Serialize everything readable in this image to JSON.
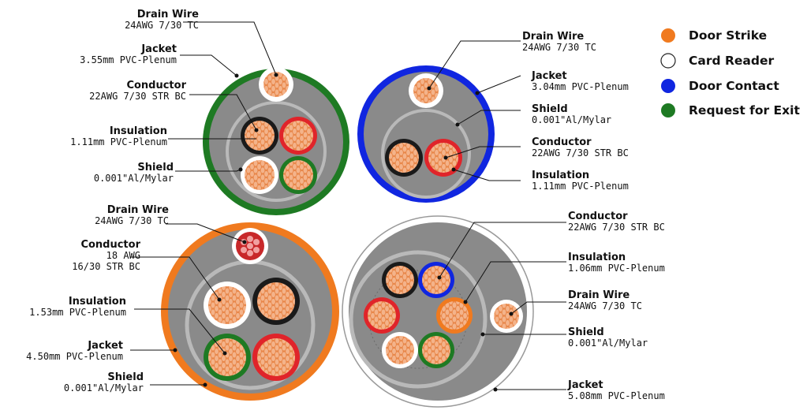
{
  "colors": {
    "door_strike": "#f07a1f",
    "card_reader": "#ffffff",
    "door_contact": "#1026e0",
    "request_for_exit": "#1e7a23",
    "jacket_gray": "#8a8a8a",
    "shield_gray": "#b9b9b9",
    "copper": "#e8874a",
    "red": "#e0242a",
    "black": "#1a1a1a",
    "drain_red": "#c8282a"
  },
  "legend": [
    {
      "label": "Door Strike",
      "color": "#f07a1f"
    },
    {
      "label": "Card Reader",
      "color": "#ffffff"
    },
    {
      "label": "Door Contact",
      "color": "#1026e0"
    },
    {
      "label": "Request for Exit",
      "color": "#1e7a23"
    }
  ],
  "cable_rex": {
    "drain_wire": {
      "title": "Drain Wire",
      "spec": "24AWG 7/30 TC"
    },
    "jacket": {
      "title": "Jacket",
      "spec": "3.55mm PVC-Plenum"
    },
    "conductor": {
      "title": "Conductor",
      "spec": "22AWG 7/30  STR BC"
    },
    "insulation": {
      "title": "Insulation",
      "spec": "1.11mm PVC-Plenum"
    },
    "shield": {
      "title": "Shield",
      "spec": "0.001\"Al/Mylar"
    }
  },
  "cable_contact": {
    "drain_wire": {
      "title": "Drain Wire",
      "spec": "24AWG 7/30 TC"
    },
    "jacket": {
      "title": "Jacket",
      "spec": "3.04mm PVC-Plenum"
    },
    "shield": {
      "title": "Shield",
      "spec": "0.001\"Al/Mylar"
    },
    "conductor": {
      "title": "Conductor",
      "spec": "22AWG 7/30 STR BC"
    },
    "insulation": {
      "title": "Insulation",
      "spec": "1.11mm PVC-Plenum"
    }
  },
  "cable_strike": {
    "drain_wire": {
      "title": "Drain Wire",
      "spec": "24AWG 7/30 TC"
    },
    "conductor": {
      "title": "Conductor",
      "spec_line1": "18 AWG",
      "spec_line2": "16/30 STR BC"
    },
    "insulation": {
      "title": "Insulation",
      "spec": "1.53mm PVC-Plenum"
    },
    "jacket": {
      "title": "Jacket",
      "spec": "4.50mm PVC-Plenum"
    },
    "shield": {
      "title": "Shield",
      "spec": "0.001\"Al/Mylar"
    }
  },
  "cable_reader": {
    "conductor": {
      "title": "Conductor",
      "spec": "22AWG 7/30 STR BC"
    },
    "insulation": {
      "title": "Insulation",
      "spec": "1.06mm PVC-Plenum"
    },
    "drain_wire": {
      "title": "Drain Wire",
      "spec": "24AWG 7/30 TC"
    },
    "shield": {
      "title": "Shield",
      "spec": "0.001\"Al/Mylar"
    },
    "jacket": {
      "title": "Jacket",
      "spec": "5.08mm PVC-Plenum"
    }
  }
}
